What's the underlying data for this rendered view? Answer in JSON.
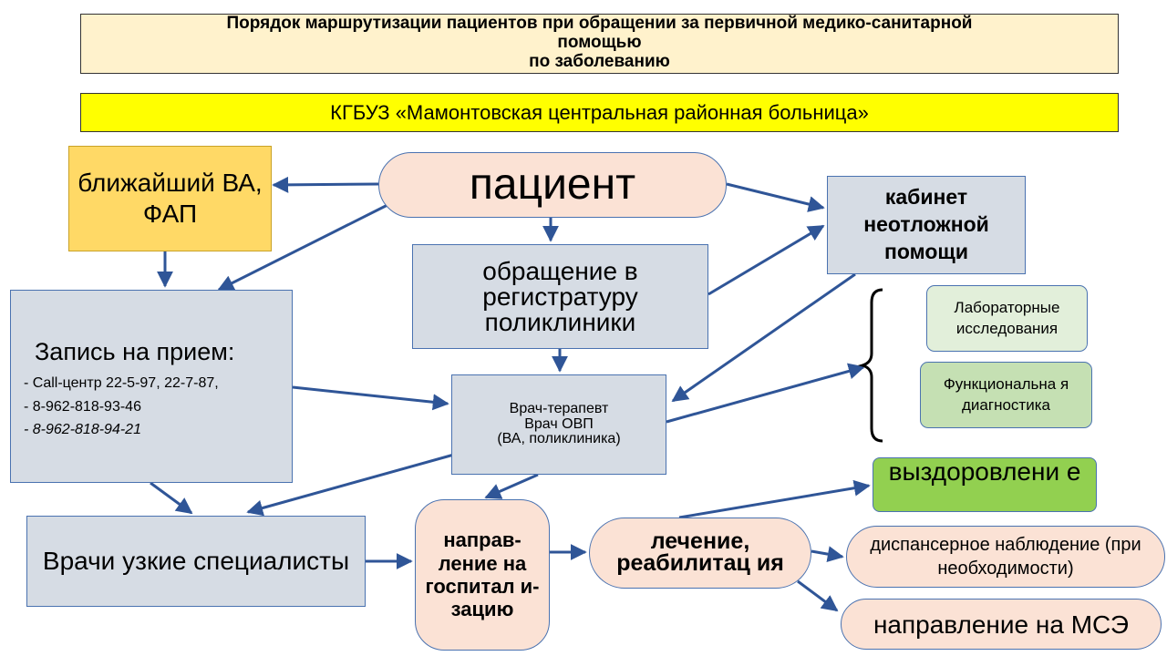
{
  "header": {
    "title_lines": [
      "Порядок маршрутизации пациентов при обращении за первичной медико-санитарной",
      "помощью",
      "по заболеванию"
    ],
    "organization": "КГБУЗ «Мамонтовская центральная районная больница»"
  },
  "nodes": {
    "patient": "пациент",
    "fap": "ближайший ВА, ФАП",
    "registry": "обращение в регистратуру поликлиники",
    "emergency": "кабинет неотложной помощи",
    "signup": {
      "heading": "Запись на прием:",
      "items": [
        "-   Call-центр 22-5-97, 22-7-87,",
        "-   8-962-818-93-46",
        "-   8-962-818-94-21"
      ]
    },
    "doctor_lines": [
      "Врач-терапевт",
      "Врач ОВП",
      "(ВА, поликлиника)"
    ],
    "lab": "Лабораторные исследования",
    "functional": "Функциональна я диагностика",
    "specialists": "Врачи узкие специалисты",
    "hospitalization": "направ-ление на госпитал и-зацию",
    "treatment": "лечение, реабилитац ия",
    "recovery": "выздоровлени е",
    "dispensary": "диспансерное наблюдение (при необходимости)",
    "mse": "направление на МСЭ"
  },
  "colors": {
    "title_bg": "#fff2cc",
    "org_bg": "#ffff00",
    "box_bg": "#d6dce4",
    "oval_bg": "#fbe2d5",
    "fap_bg": "#ffd966",
    "lab_bg": "#e2efda",
    "functional_bg": "#c5e0b3",
    "recovery_bg": "#92d050",
    "arrow": "#2f5597"
  }
}
